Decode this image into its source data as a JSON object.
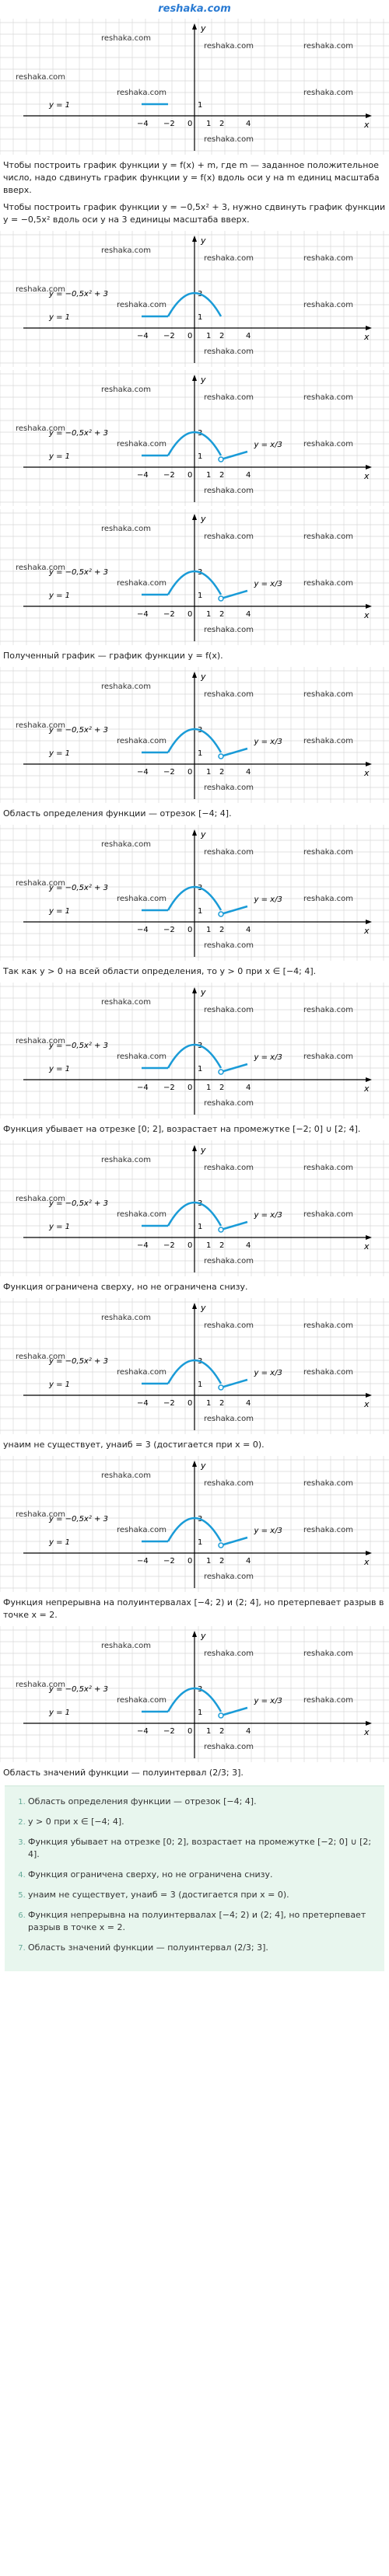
{
  "site": {
    "title": "reshaka.com",
    "watermark": "reshaka.com"
  },
  "graph_labels": {
    "parabola": "y = −0,5x² + 3",
    "line_top": "y = 1",
    "line_frac": "y = x/3",
    "axis_y": "y",
    "axis_x": "x",
    "tick_m4": "−4",
    "tick_m2": "−2",
    "tick_0": "0",
    "tick_1": "1",
    "tick_2": "2",
    "tick_4": "4",
    "tick_y1": "1",
    "tick_y3": "3"
  },
  "paragraphs": {
    "p1": "Чтобы построить график функции y = f(x) + m, где m — заданное положительное число, надо сдвинуть график функции y = f(x) вдоль оси y на m единиц масштаба вверх.",
    "p2": "Чтобы построить график функции y = −0,5x² + 3, нужно сдвинуть график функции y = −0,5x² вдоль оси y на 3 единицы масштаба вверх.",
    "p3": "Полученный график — график функции y = f(x).",
    "p4": "Область определения функции — отрезок [−4; 4].",
    "p5": "Так как y > 0 на всей области определения, то y > 0 при x ∈ [−4; 4].",
    "p6": "Функция убывает на отрезке [0; 2], возрастает на промежутке [−2; 0] ∪ [2; 4].",
    "p7": "Функция ограничена сверху, но не ограничена снизу.",
    "p8": "yнаим не существует, yнаиб = 3 (достигается при x = 0).",
    "p9": "Функция непрерывна на полуинтервалах [−4; 2) и (2; 4], но претерпевает разрыв в точке x = 2.",
    "p10": "Область значений функции — полуинтервал (2/3; 3]."
  },
  "summary": [
    "Область определения функции — отрезок [−4; 4].",
    "y > 0 при x ∈ [−4; 4].",
    "Функция убывает на отрезке [0; 2], возрастает на промежутке [−2; 0] ∪ [2; 4].",
    "Функция ограничена сверху, но не ограничена снизу.",
    "yнаим не существует, yнаиб = 3 (достигается при x = 0).",
    "Функция непрерывна на полуинтервалах [−4; 2) и (2; 4], но претерпевает разрыв в точке x = 2.",
    "Область значений функции — полуинтервал (2/3; 3]."
  ],
  "colors": {
    "curve": "#1a9bd7",
    "axis": "#000000",
    "grid": "#d9d9d9",
    "title": "#2a7bd3"
  }
}
